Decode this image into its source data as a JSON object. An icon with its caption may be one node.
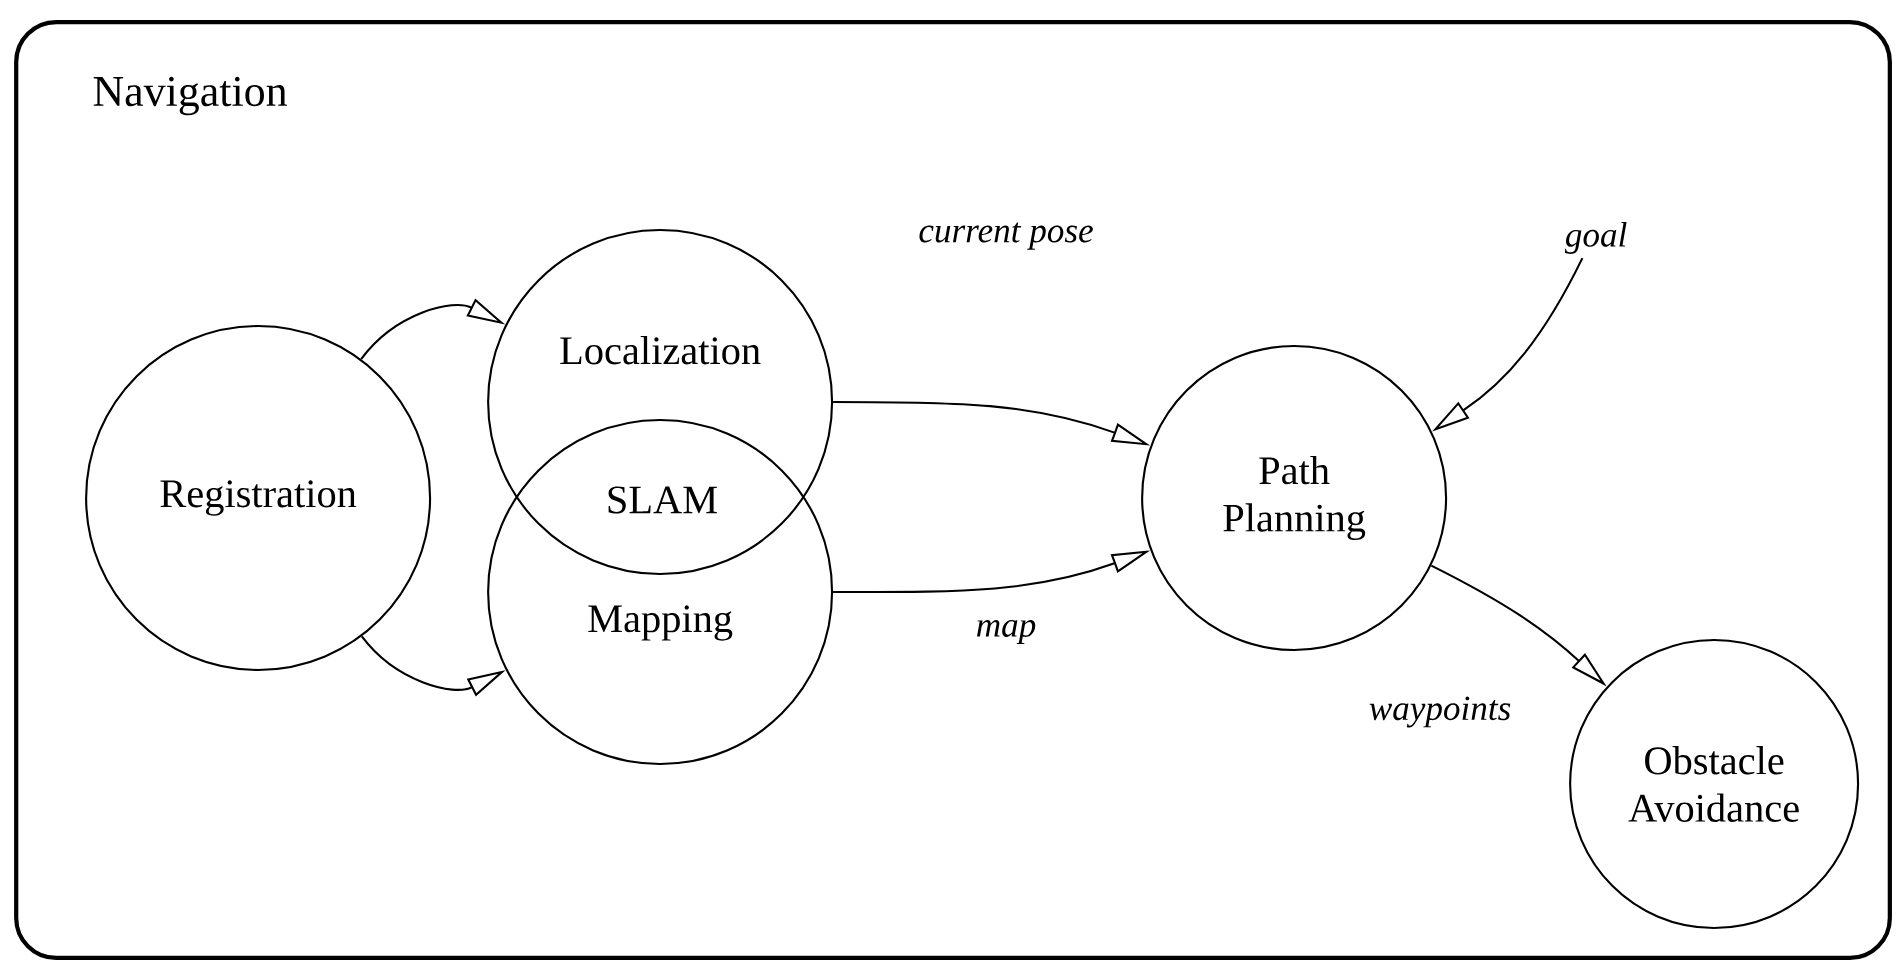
{
  "diagram": {
    "nodes": [
      {
        "text": [
          "Navigation"
        ]
      },
      {
        "text": [
          "Registration"
        ],
        "in": 0
      },
      {
        "text": [
          "Localization"
        ],
        "in": 0
      },
      {
        "text": [
          "Mapping"
        ],
        "in": 0
      },
      {
        "text": [
          "Path Planning"
        ],
        "in": 0
      },
      {
        "text": [
          "Obstacle Avoidance"
        ],
        "in": 0
      },
      {
        "text": [
          "goal"
        ],
        "in": 0
      }
    ],
    "edges": [
      {
        "from": 1,
        "to": 2,
        "arrow": "to"
      },
      {
        "from": 1,
        "to": 3,
        "arrow": "to"
      },
      {
        "from": 2,
        "to": 4,
        "label": "current pose",
        "arrow": "to"
      },
      {
        "from": 3,
        "to": 4,
        "label": "map",
        "arrow": "to"
      },
      {
        "from": 6,
        "to": 4,
        "arrow": "to"
      },
      {
        "from": 4,
        "to": 5,
        "label": "waypoints",
        "arrow": "to"
      }
    ],
    "labels": [
      "SLAM"
    ]
  }
}
